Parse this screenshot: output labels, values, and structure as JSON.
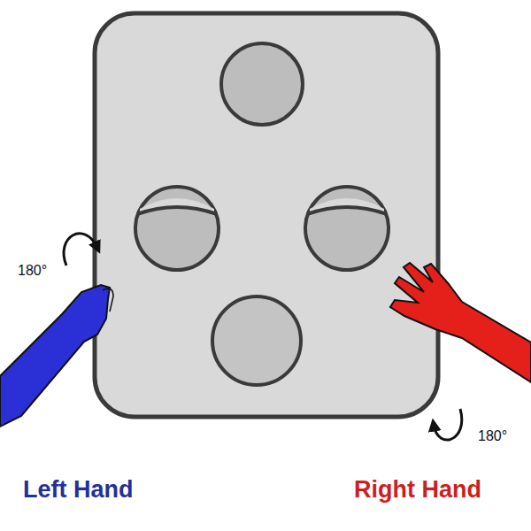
{
  "diagram": {
    "labels": [
      "180°",
      "180°",
      "Left Hand",
      "Right Hand"
    ]
  }
}
